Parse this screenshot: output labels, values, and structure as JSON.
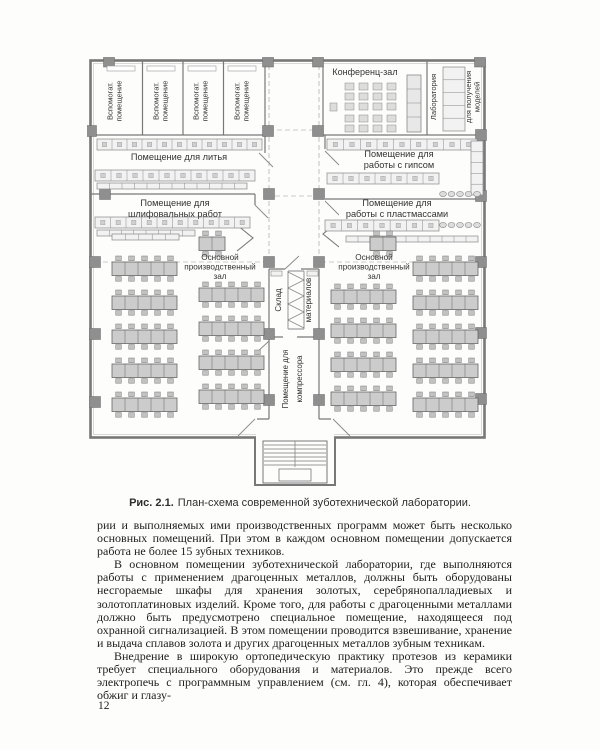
{
  "page_number": "12",
  "figure": {
    "caption_label": "Рис. 2.1.",
    "caption_text": "План-схема современной зуботехнической лаборатории.",
    "plan": {
      "aux_room_line1": "Вспомогат.",
      "aux_room_line2": "помещение",
      "conference_hall": "Конференц-зал",
      "models_lab_line1": "Лаборатория",
      "models_lab_line2": "для получения",
      "models_lab_line3": "моделей",
      "casting_room": "Помещение для литья",
      "gypsum_room_line1": "Помещение для",
      "gypsum_room_line2": "работы с гипсом",
      "grinding_room_line1": "Помещение для",
      "grinding_room_line2": "шлифовальных работ",
      "plastics_room_line1": "Помещение для",
      "plastics_room_line2": "работы с пластмассами",
      "main_hall_line1": "Основной",
      "main_hall_line2": "производственный",
      "main_hall_line3": "зал",
      "storage_line1": "Склад",
      "storage_line2": "материалов",
      "compressor_line1": "Помещение для",
      "compressor_line2": "компрессора"
    }
  },
  "body": {
    "para1": "рии и выполняемых ими производственных программ может быть несколько основных помещений. При этом в каждом основном помещении допускается работа не более 15 зубных техников.",
    "para2": "В основном помещении зуботехнической лаборатории, где выполняются работы с применением драгоценных металлов, должны быть оборудованы несгораемые шкафы для хранения золотых, серебрянопалладиевых и золотоплатиновых изделий. Кроме того, для работы с драгоценными металлами должно быть предусмотрено специальное помещение, находящееся под охранной сигнализацией. В этом помещении проводится взвешивание, хранение и выдача сплавов золота и других драгоценных металлов зубным техникам.",
    "para3": "Внедрение в широкую ортопедическую практику протезов из керамики требует специального оборудования и материалов. Это прежде всего электропечь с программным управлением (см. гл. 4), которая обеспечивает обжиг и глазу-"
  },
  "colors": {
    "wall": "#787878",
    "column": "#8f8f8f",
    "desk": "#cccccc",
    "label": "#333333"
  }
}
